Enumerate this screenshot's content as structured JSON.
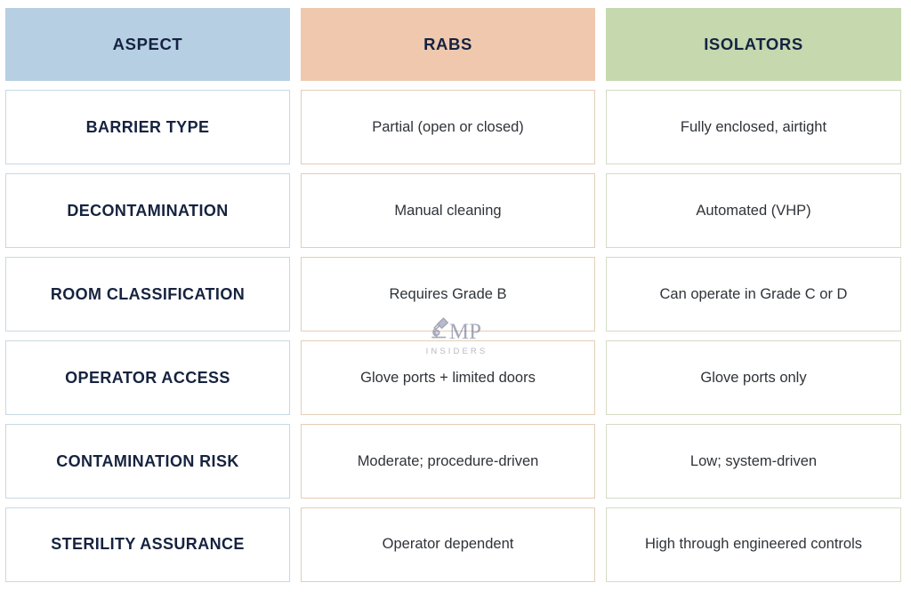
{
  "table": {
    "columns": [
      {
        "key": "aspect",
        "label": "ASPECT",
        "header_bg": "#b6cfe2",
        "cell_border": "#c8d8e2"
      },
      {
        "key": "rabs",
        "label": "RABS",
        "header_bg": "#efc8ad",
        "cell_border": "#e4cdb6"
      },
      {
        "key": "isolators",
        "label": "ISOLATORS",
        "header_bg": "#c5d8ae",
        "cell_border": "#d3dcc5"
      }
    ],
    "rows": [
      {
        "aspect": "BARRIER TYPE",
        "rabs": "Partial (open or closed)",
        "isolators": "Fully enclosed, airtight"
      },
      {
        "aspect": "DECONTAMINATION",
        "rabs": "Manual cleaning",
        "isolators": "Automated (VHP)"
      },
      {
        "aspect": "ROOM CLASSIFICATION",
        "rabs": "Requires Grade B",
        "isolators": "Can operate in Grade C or D"
      },
      {
        "aspect": "OPERATOR ACCESS",
        "rabs": "Glove ports + limited doors",
        "isolators": "Glove ports only"
      },
      {
        "aspect": "CONTAMINATION RISK",
        "rabs": "Moderate; procedure-driven",
        "isolators": "Low; system-driven"
      },
      {
        "aspect": "STERILITY ASSURANCE",
        "rabs": "Operator dependent",
        "isolators": "High through engineered controls"
      }
    ]
  },
  "watermark": {
    "brand": "MP",
    "tagline": "INSIDERS",
    "icon": "microscope-icon",
    "color": "#6f7390"
  },
  "theme": {
    "header_text": "#152242",
    "body_text": "#2f3338",
    "aspect_text": "#16233f",
    "page_bg": "#ffffff"
  }
}
